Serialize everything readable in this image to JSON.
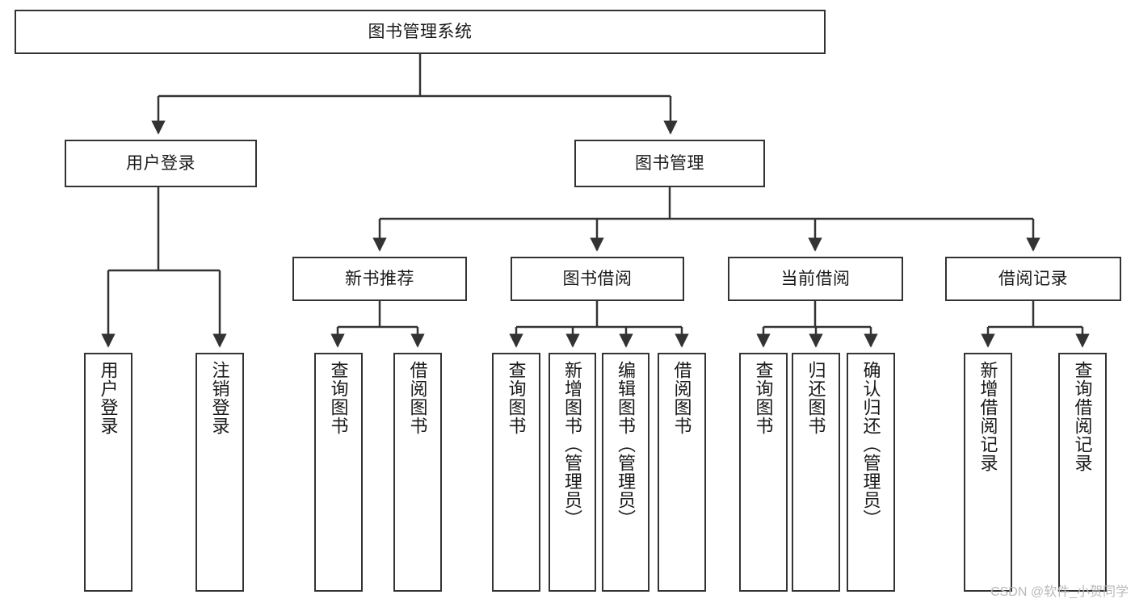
{
  "diagram": {
    "title": "图书管理系统",
    "watermark": "CSDN @软件_小贺同学",
    "colors": {
      "border": "#333333",
      "background": "#ffffff",
      "text": "#1a1a1a",
      "edge": "#333333",
      "watermark": "#b9b9b9"
    },
    "nodes": {
      "root": {
        "label": "图书管理系统"
      },
      "level2": [
        {
          "label": "用户登录"
        },
        {
          "label": "图书管理"
        }
      ],
      "level3": [
        {
          "label": "新书推荐"
        },
        {
          "label": "图书借阅"
        },
        {
          "label": "当前借阅"
        },
        {
          "label": "借阅记录"
        }
      ],
      "leaves": {
        "user_login": [
          {
            "label": "用户登录"
          },
          {
            "label": "注销登录"
          }
        ],
        "new_book": [
          {
            "label": "查询图书"
          },
          {
            "label": "借阅图书"
          }
        ],
        "book_borrow": [
          {
            "label": "查询图书"
          },
          {
            "label": "新增图书（管理员）"
          },
          {
            "label": "编辑图书（管理员）"
          },
          {
            "label": "借阅图书"
          }
        ],
        "current_borrow": [
          {
            "label": "查询图书"
          },
          {
            "label": "归还图书"
          },
          {
            "label": "确认归还（管理员）"
          }
        ],
        "borrow_record": [
          {
            "label": "新增借阅记录"
          },
          {
            "label": "查询借阅记录"
          }
        ]
      }
    }
  }
}
